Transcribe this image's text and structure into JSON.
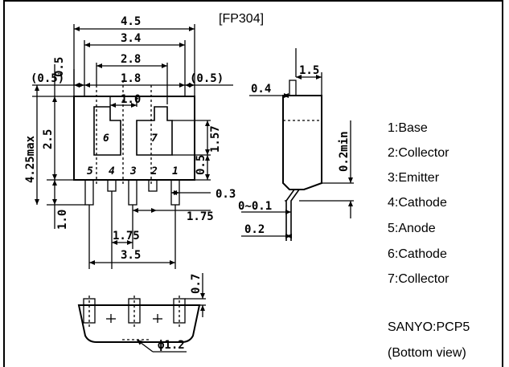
{
  "package_code": "[FP304]",
  "dimensions": {
    "overall_width": "4.5",
    "inner_width": "3.4",
    "pad_span": "2.8",
    "pad_pitch_outer": "1.8",
    "pad_width": "1.0",
    "overhang_left": "(0.5)",
    "overhang_right": "(0.5)",
    "top_margin": "0.5",
    "height_max": "4.25max",
    "body_height": "2.5",
    "pad_height": "1.57",
    "lower_gap": "0.5",
    "lead_length": "1.0",
    "lead_width": "0.3",
    "lead_spacing": "1.75",
    "lead_spacing_inner": "1.75",
    "lead_span": "3.5",
    "side_thickness": "1.5",
    "side_offset": "0.4",
    "standoff": "0~0.1",
    "lead_thickness": "0.2",
    "clearance": "0.2min",
    "bottom_height": "0.7",
    "hole_diameter": "ϕ1.2"
  },
  "pin_labels": [
    "5",
    "4",
    "3",
    "2",
    "1"
  ],
  "pad_labels": [
    "6",
    "7"
  ],
  "legend": [
    "1:Base",
    "2:Collector",
    "3:Emitter",
    "4:Cathode",
    "5:Anode",
    "6:Cathode",
    "7:Collector"
  ],
  "package_name": "SANYO:PCP5",
  "view_note": "(Bottom view)"
}
